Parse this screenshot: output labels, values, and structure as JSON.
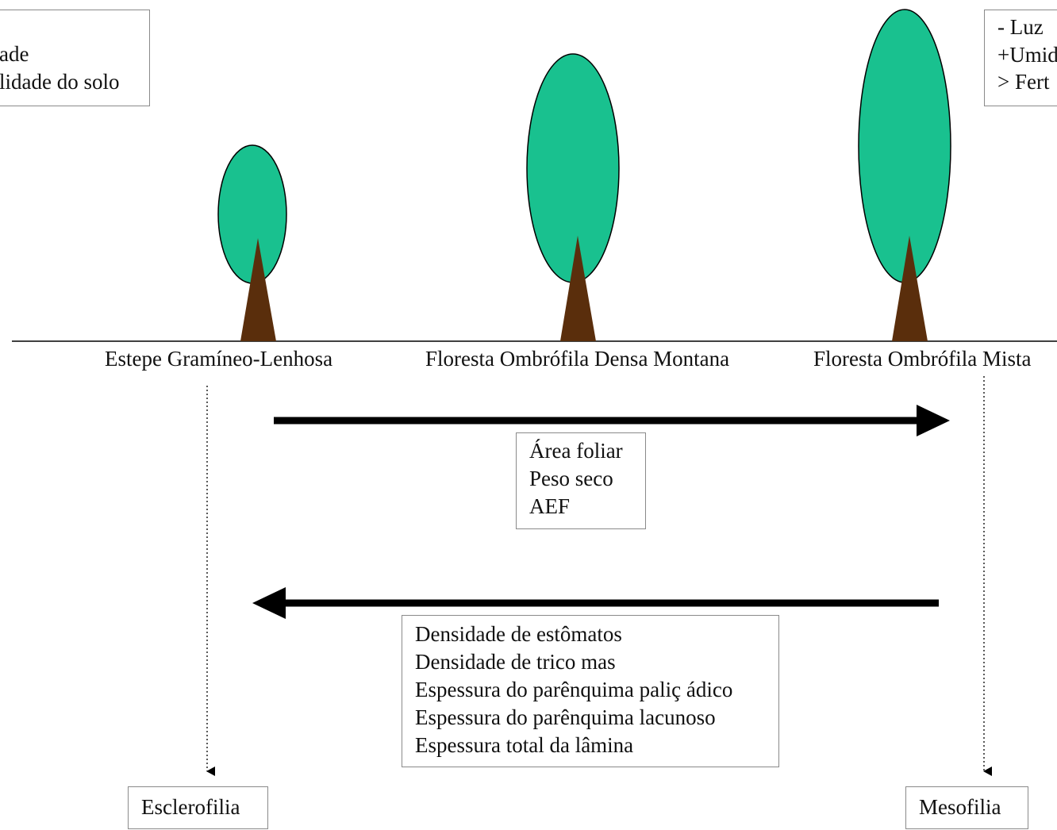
{
  "left_conditions": {
    "lines": [
      "ade",
      "lidade do solo"
    ]
  },
  "right_conditions": {
    "lines": [
      "- Luz",
      "+Umid",
      "> Fert"
    ]
  },
  "vegetation": [
    {
      "name": "Estepe Gramíneo-Lenhosa"
    },
    {
      "name": "Floresta Ombrófila Densa Montana"
    },
    {
      "name": "Floresta Ombrófila Mista"
    }
  ],
  "increasing_traits": {
    "lines": [
      "Área foliar",
      "Peso seco",
      "AEF"
    ]
  },
  "decreasing_traits": {
    "lines": [
      "Densidade de estômatos",
      "Densidade de trico mas",
      "Espessura do parênquima paliç ádico",
      "Espessura do parênquima lacunoso",
      "Espessura total da lâmina"
    ]
  },
  "endpoints": {
    "left": "Esclerofilia",
    "right": "Mesofilia"
  },
  "colors": {
    "canopy": "#19c18f",
    "trunk": "#5a2e0c",
    "box_border": "#8a8a8a",
    "arrow": "#000000"
  }
}
